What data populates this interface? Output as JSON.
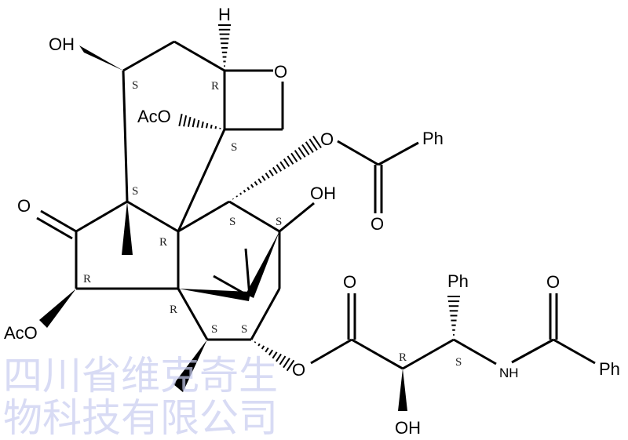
{
  "atoms": {
    "oh_c7": "OH",
    "h_c5": "H",
    "o_oxetane": "O",
    "aco_c4": "AcO",
    "o_ketone": "O",
    "aco_c10": "AcO",
    "o_benzoate": "O",
    "ph_benzoate": "Ph",
    "o_benzoate_carbonyl": "O",
    "oh_c1": "OH",
    "o_c13": "O",
    "o_ester_carbonyl": "O",
    "oh_side": "OH",
    "ph_side": "Ph",
    "nh": "NH",
    "o_amide": "O",
    "ph_amide": "Ph"
  },
  "stereo": {
    "c7": "S",
    "c5": "R",
    "c4": "S",
    "c8": "S",
    "c2": "R",
    "c2b": "S",
    "c1": "S",
    "c10": "R",
    "c3": "R",
    "c14": "S",
    "c13": "S",
    "c2p": "R",
    "c3p": "S"
  },
  "watermark": "四川省维克奇生物科技有限公司",
  "colors": {
    "bond": "#000000",
    "watermark": "#c8cdf0"
  }
}
